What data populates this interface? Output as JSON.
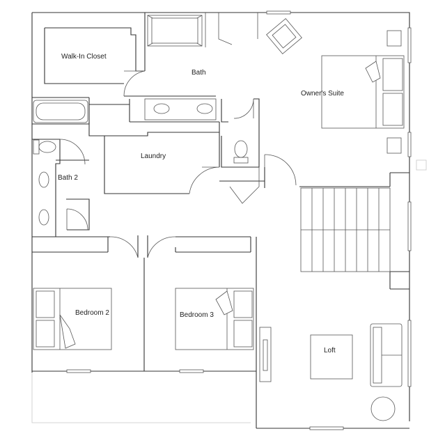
{
  "rooms": {
    "walk_in_closet": "Walk-In Closet",
    "bath": "Bath",
    "owners_suite": "Owner's Suite",
    "laundry": "Laundry",
    "bath_2": "Bath 2",
    "bedroom_2": "Bedroom 2",
    "bedroom_3": "Bedroom 3",
    "loft": "Loft"
  }
}
